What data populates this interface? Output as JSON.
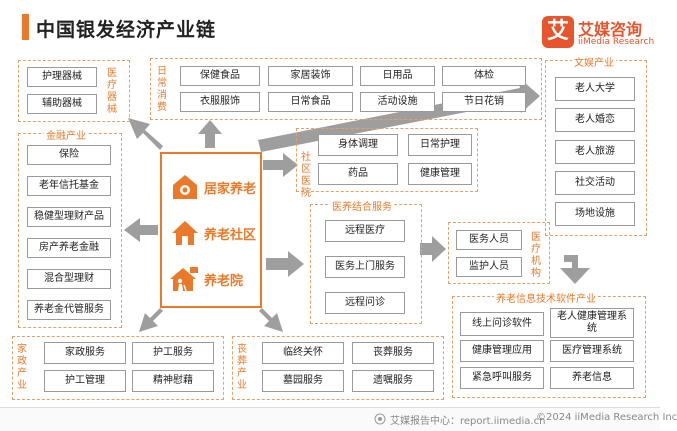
{
  "title": "中国银发经济产业链",
  "logo": {
    "mark": "艾",
    "name": "艾媒咨询",
    "en": "iiMedia Research"
  },
  "center": {
    "items": [
      "居家养老",
      "养老社区",
      "养老院"
    ]
  },
  "groups": {
    "medical": {
      "label": "医疗器械",
      "items": [
        "护理器械",
        "辅助器械"
      ]
    },
    "daily": {
      "label": "日常消费",
      "items": [
        "保健食品",
        "家居装饰",
        "日用品",
        "体检",
        "衣服服饰",
        "日常食品",
        "活动设施",
        "节日花销"
      ]
    },
    "culture": {
      "label": "文娱产业",
      "items": [
        "老人大学",
        "老人婚恋",
        "老人旅游",
        "社交活动",
        "场地设施"
      ]
    },
    "finance": {
      "label": "金融产业",
      "items": [
        "保险",
        "老年信托基金",
        "稳健型理财产品",
        "房产养老金融",
        "混合型理财",
        "养老金代管服务"
      ]
    },
    "community": {
      "label": "社区医院",
      "items": [
        "身体调理",
        "日常护理",
        "药品",
        "健康管理"
      ]
    },
    "medcare": {
      "label": "医养结合服务",
      "items": [
        "远程医疗",
        "医务上门服务",
        "远程问诊"
      ]
    },
    "medorg": {
      "label": "医疗机构",
      "items": [
        "医务人员",
        "监护人员"
      ]
    },
    "it": {
      "label": "养老信息技术软件产业",
      "items": [
        "线上问诊软件",
        "老人健康管理系统",
        "健康管理应用",
        "医疗管理系统",
        "紧急呼叫服务",
        "养老信息"
      ]
    },
    "housekeeping": {
      "label": "家政产业",
      "items": [
        "家政服务",
        "护工服务",
        "护工管理",
        "精神慰藉"
      ]
    },
    "funeral": {
      "label": "丧葬产业",
      "items": [
        "临终关怀",
        "丧葬服务",
        "墓园服务",
        "遗嘱服务"
      ]
    }
  },
  "footer": {
    "source": "艾媒报告中心：report.iimedia.cn",
    "copyright": "©2024  iiMedia Research Inc"
  },
  "colors": {
    "accent": "#ea7a2a",
    "arrow": "#9e9e9e",
    "logo": "#e8542c"
  }
}
